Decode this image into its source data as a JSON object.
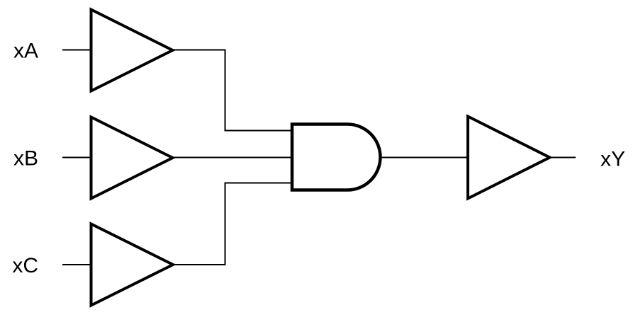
{
  "diagram": {
    "kind": "logic-circuit-schematic",
    "background_color": "#ffffff",
    "stroke_color": "#000000",
    "inputs": [
      {
        "id": "A",
        "label": "xA"
      },
      {
        "id": "B",
        "label": "xB"
      },
      {
        "id": "C",
        "label": "xC"
      }
    ],
    "output": {
      "id": "Y",
      "label": "xY"
    },
    "gates": [
      {
        "type": "buffer",
        "name": "input-buffer-A"
      },
      {
        "type": "buffer",
        "name": "input-buffer-B"
      },
      {
        "type": "buffer",
        "name": "input-buffer-C"
      },
      {
        "type": "and",
        "name": "and-gate",
        "fan_in": 3
      },
      {
        "type": "buffer",
        "name": "output-buffer"
      }
    ]
  }
}
